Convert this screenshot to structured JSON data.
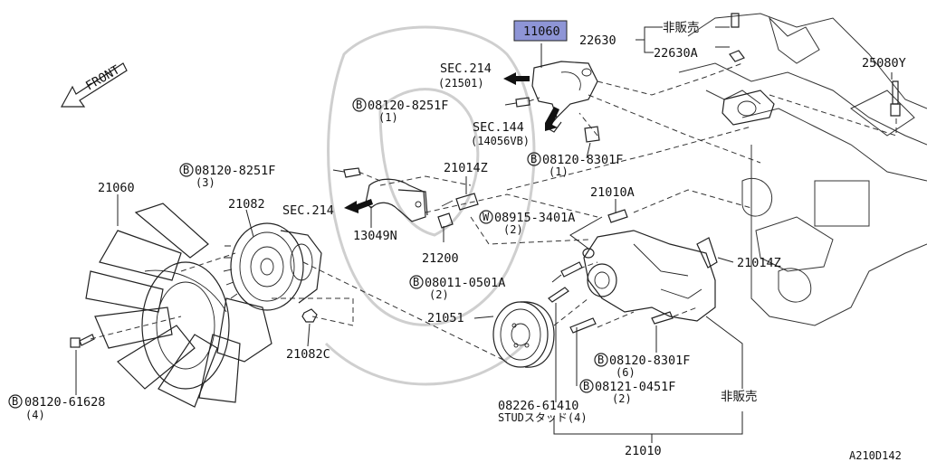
{
  "diagram_id": "A210D142",
  "front_label": "FRONT",
  "highlight_color": "#8e95d6",
  "parts": {
    "p11060": "11060",
    "p22630": "22630",
    "p22630A": "22630A",
    "nonsale_top": "非販売",
    "p25080Y": "25080Y",
    "sec214_top": "SEC.214",
    "sec214_top_sub": "(21501)",
    "bolt_08120_8251F_top": "08120-8251F",
    "bolt_08120_8251F_top_qty": "(1)",
    "sec144": "SEC.144",
    "sec144_sub": "(14056VB)",
    "bolt_08120_8301F_top": "08120-8301F",
    "bolt_08120_8301F_top_qty": "(1)",
    "bolt_08120_8251F_mid": "08120-8251F",
    "bolt_08120_8251F_mid_qty": "(3)",
    "p21014Z_top": "21014Z",
    "p21010A": "21010A",
    "p21060": "21060",
    "p21082": "21082",
    "sec214_mid": "SEC.214",
    "washer_08915_3401A": "08915-3401A",
    "washer_08915_3401A_qty": "(2)",
    "p13049N": "13049N",
    "p21200": "21200",
    "p21014Z_right": "21014Z",
    "bolt_08011_0501A": "08011-0501A",
    "bolt_08011_0501A_qty": "(2)",
    "p21051": "21051",
    "p21082C": "21082C",
    "bolt_08120_8301F_low": "08120-8301F",
    "bolt_08120_8301F_low_qty": "(6)",
    "bolt_08121_0451F": "08121-0451F",
    "bolt_08121_0451F_qty": "(2)",
    "nonsale_low": "非販売",
    "bolt_08120_61628": "08120-61628",
    "bolt_08120_61628_qty": "(4)",
    "stud_08226_61410": "08226-61410",
    "stud_08226_61410_sub": "STUDスタッド(4)",
    "p21010": "21010"
  },
  "circle_letters": {
    "bolt": "B",
    "washer": "W"
  }
}
